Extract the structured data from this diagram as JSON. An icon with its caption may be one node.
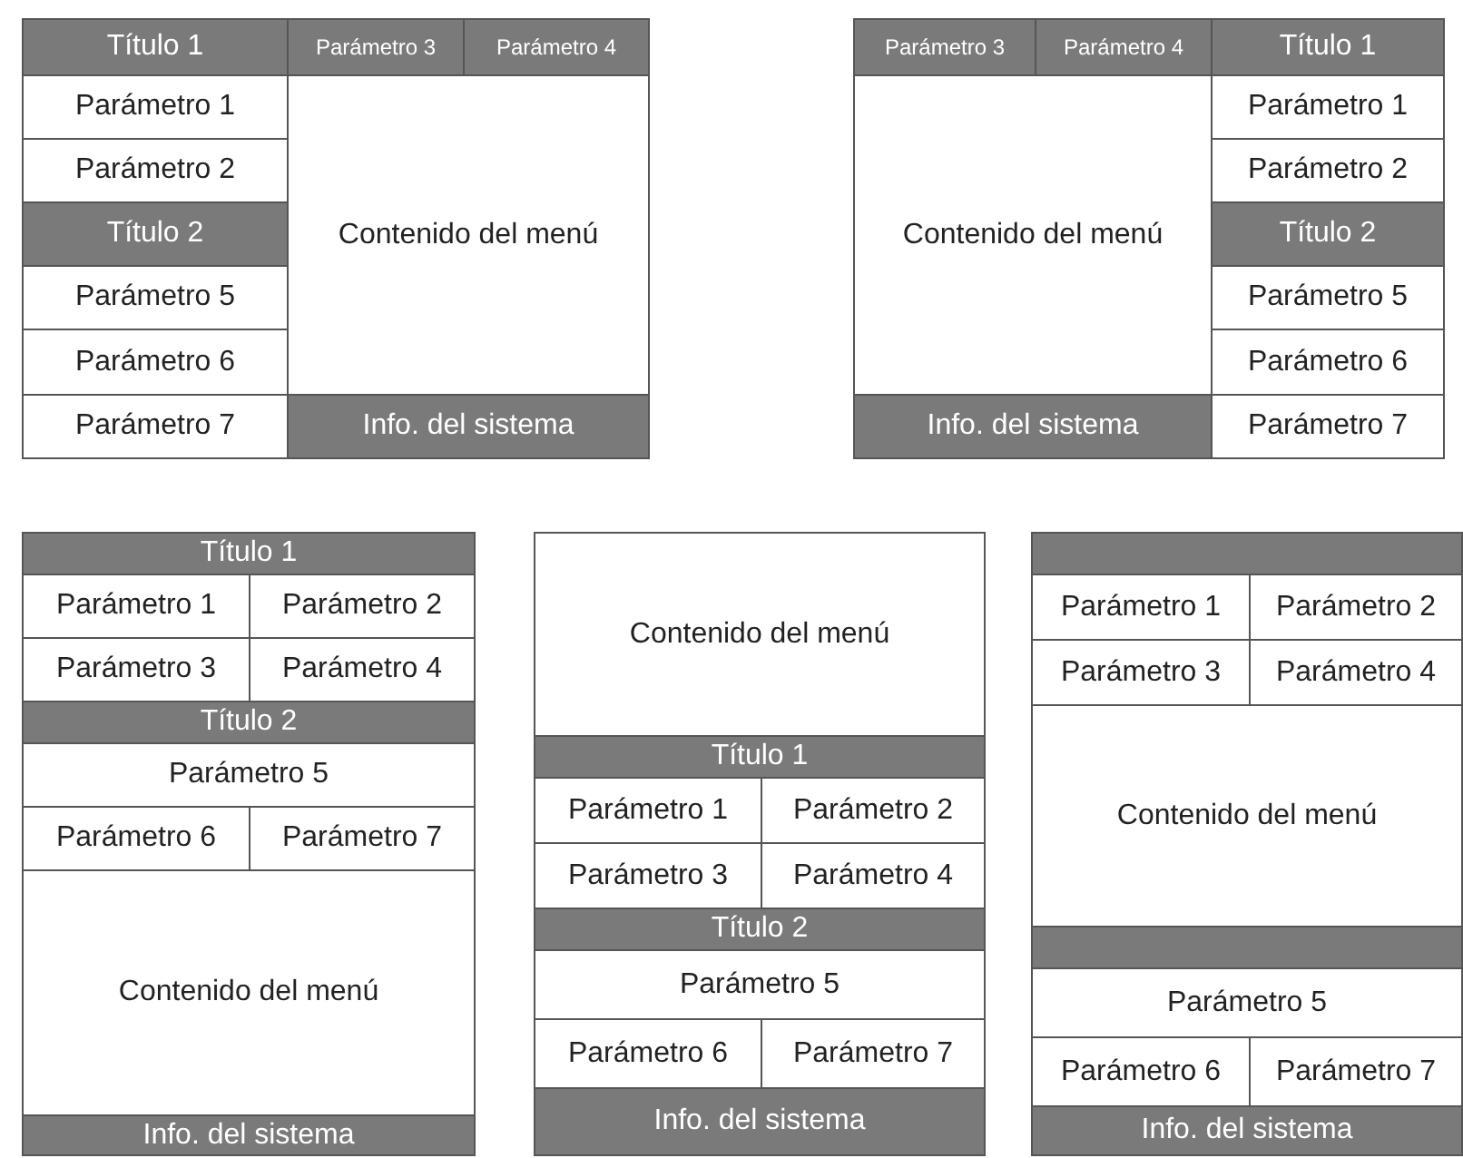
{
  "diagram": {
    "nodes": [
      {
        "text": [
          "Título 1"
        ]
      },
      {
        "text": [
          "Parámetro 3"
        ]
      },
      {
        "text": [
          "Parámetro 4"
        ]
      },
      {
        "text": [
          "Parámetro 1"
        ]
      },
      {
        "text": [
          "Contenido del menú"
        ]
      },
      {
        "text": [
          "Parámetro 2"
        ]
      },
      {
        "text": [
          "Título 2"
        ]
      },
      {
        "text": [
          "Parámetro 5"
        ]
      },
      {
        "text": [
          "Parámetro 6"
        ]
      },
      {
        "text": [
          "Parámetro 7"
        ]
      },
      {
        "text": [
          "Info. del sistema"
        ]
      },
      {
        "text": [
          "Parámetro 3"
        ]
      },
      {
        "text": [
          "Parámetro 4"
        ]
      },
      {
        "text": [
          "Título 1"
        ]
      },
      {
        "text": [
          "Contenido del menú"
        ]
      },
      {
        "text": [
          "Parámetro 1"
        ]
      },
      {
        "text": [
          "Parámetro 2"
        ]
      },
      {
        "text": [
          "Título 2"
        ]
      },
      {
        "text": [
          "Parámetro 5"
        ]
      },
      {
        "text": [
          "Parámetro 6"
        ]
      },
      {
        "text": [
          "Info. del sistema"
        ]
      },
      {
        "text": [
          "Parámetro 7"
        ]
      },
      {
        "text": [
          "Título 1"
        ]
      },
      {
        "text": [
          "Parámetro 1"
        ]
      },
      {
        "text": [
          "Parámetro 2"
        ]
      },
      {
        "text": [
          "Parámetro 3"
        ]
      },
      {
        "text": [
          "Parámetro 4"
        ]
      },
      {
        "text": [
          "Título 2"
        ]
      },
      {
        "text": [
          "Parámetro 5"
        ]
      },
      {
        "text": [
          "Parámetro 6"
        ]
      },
      {
        "text": [
          "Parámetro 7"
        ]
      },
      {
        "text": [
          "Contenido del menú"
        ]
      },
      {
        "text": [
          "Info. del sistema"
        ]
      },
      {
        "text": [
          "Contenido del menú"
        ]
      },
      {
        "text": [
          "Título 1"
        ]
      },
      {
        "text": [
          "Parámetro 1"
        ]
      },
      {
        "text": [
          "Parámetro 2"
        ]
      },
      {
        "text": [
          "Parámetro 3"
        ]
      },
      {
        "text": [
          "Parámetro 4"
        ]
      },
      {
        "text": [
          "Título 2"
        ]
      },
      {
        "text": [
          "Parámetro 5"
        ]
      },
      {
        "text": [
          "Parámetro 6"
        ]
      },
      {
        "text": [
          "Parámetro 7"
        ]
      },
      {
        "text": [
          "Info. del sistema"
        ]
      },
      {
        "text": [],
        "shape": "bar"
      },
      {
        "text": [
          "Parámetro 1"
        ]
      },
      {
        "text": [
          "Parámetro 2"
        ]
      },
      {
        "text": [
          "Parámetro 3"
        ]
      },
      {
        "text": [
          "Parámetro 4"
        ]
      },
      {
        "text": [
          "Contenido del menú"
        ]
      },
      {
        "text": [],
        "shape": "bar"
      },
      {
        "text": [
          "Parámetro 5"
        ]
      },
      {
        "text": [
          "Parámetro 6"
        ]
      },
      {
        "text": [
          "Parámetro 7"
        ]
      },
      {
        "text": [
          "Info. del sistema"
        ]
      }
    ]
  }
}
